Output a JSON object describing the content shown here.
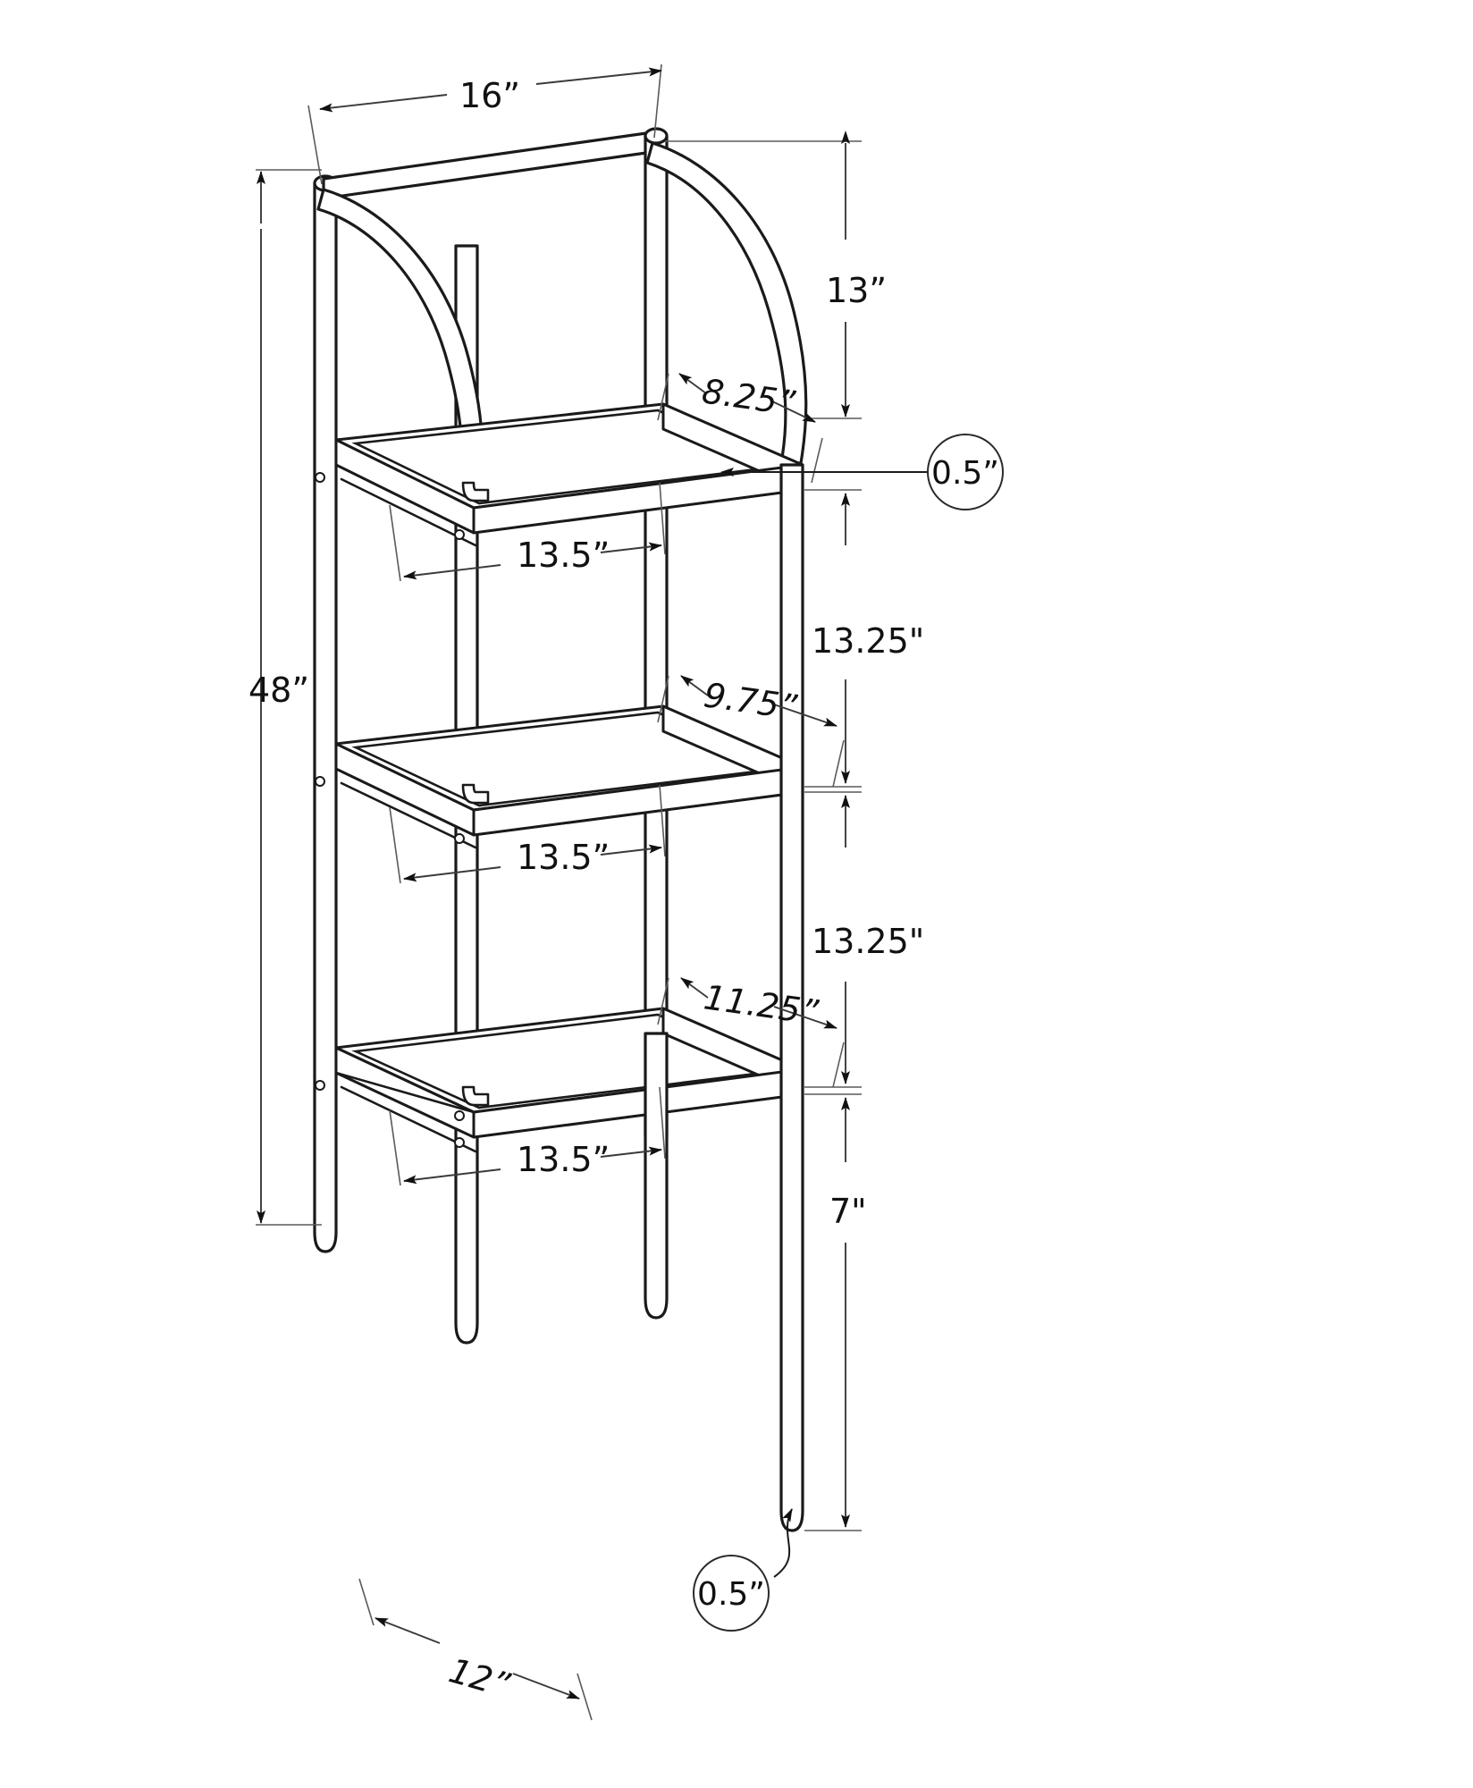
{
  "drawing": {
    "title": "3-Tier Curved Metal Bookcase Dimension Drawing",
    "product": "3-tier open etagere bookcase with curved side supports",
    "units": "inches",
    "line_color": "#1a1a1a",
    "background_color": "#ffffff",
    "view": "isometric"
  },
  "dimensions": {
    "overall_width": "16”",
    "overall_height": "48”",
    "overall_depth": "12”",
    "top_clearance": "13”",
    "top_shelf_back_depth": "8.25”",
    "top_shelf_width": "13.5”",
    "mid_gap_upper": "13.25\"",
    "mid_shelf_back_depth": "9.75”",
    "mid_shelf_width": "13.5”",
    "mid_gap_lower": "13.25\"",
    "bottom_shelf_back_depth": "11.25”",
    "bottom_shelf_width": "13.5”",
    "floor_clearance": "7\"",
    "tube_diameter_top": "0.5”",
    "tube_diameter_bottom": "0.5”"
  },
  "labels": {
    "width_16": "16”",
    "height_48": "48”",
    "depth_12": "12”",
    "clearance_13": "13”",
    "depth_825": "8.25”",
    "shelf_top_135": "13.5”",
    "gap_1325_upper": "13.25\"",
    "depth_975": "9.75”",
    "shelf_mid_135": "13.5”",
    "gap_1325_lower": "13.25\"",
    "depth_1125": "11.25”",
    "shelf_bot_135": "13.5”",
    "clearance_7": "7\"",
    "tube_05_right": "0.5”",
    "tube_05_bottom": "0.5”"
  }
}
